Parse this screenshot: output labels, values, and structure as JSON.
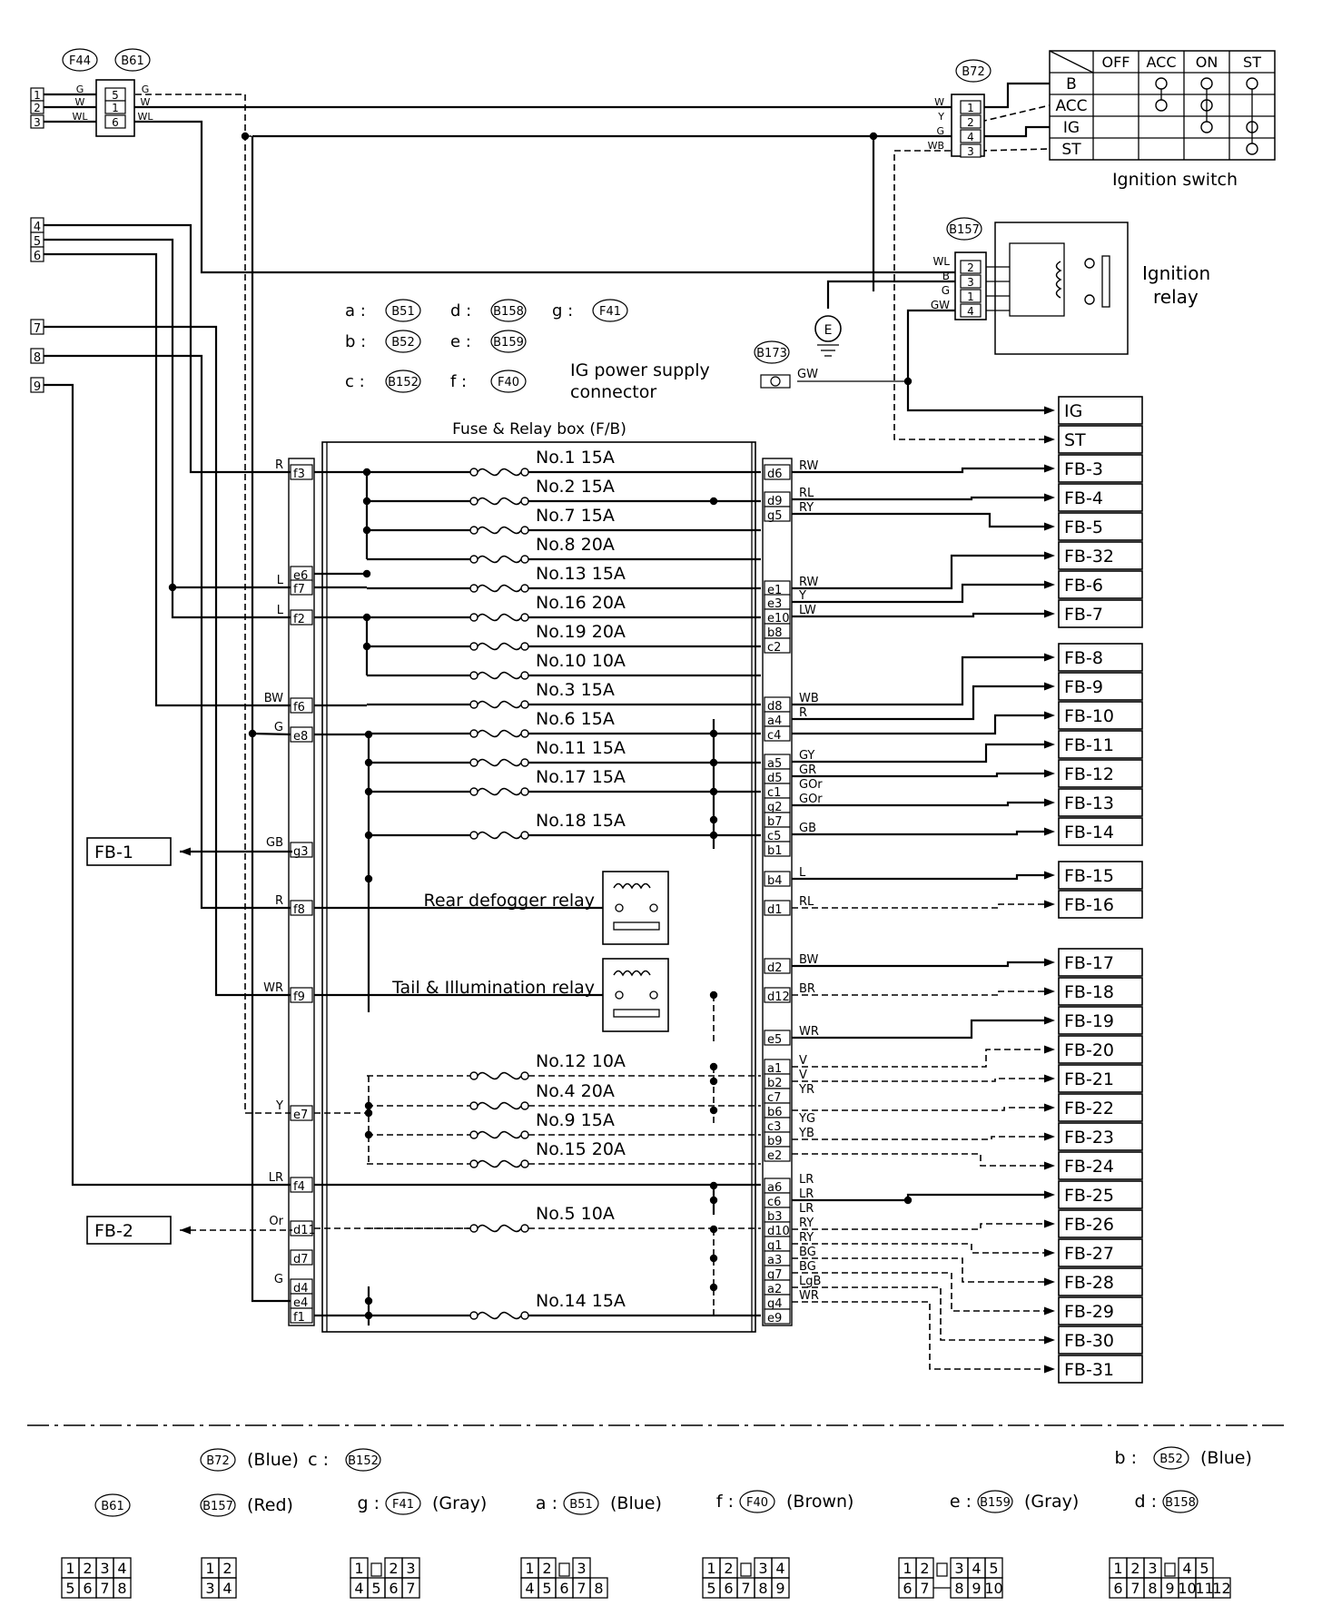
{
  "ignition_switch": {
    "connector": "B72",
    "headers": [
      "OFF",
      "ACC",
      "ON",
      "ST"
    ],
    "rows": [
      "B",
      "ACC",
      "IG",
      "ST"
    ],
    "pins": [
      "1",
      "2",
      "4",
      "3"
    ],
    "wires": [
      "W",
      "Y",
      "G",
      "WB"
    ],
    "label": "Ignition switch"
  },
  "top_connector": {
    "ids": [
      "F44",
      "B61"
    ],
    "left_pins": [
      "1",
      "2",
      "3"
    ],
    "pins": [
      "5",
      "1",
      "6"
    ],
    "wires": [
      "G",
      "W",
      "WL"
    ]
  },
  "left_pins": [
    "4",
    "5",
    "6",
    "7",
    "8",
    "9"
  ],
  "ignition_relay": {
    "connector": "B157",
    "label_line1": "Ignition",
    "label_line2": "relay",
    "pins": [
      "2",
      "3",
      "1",
      "4"
    ],
    "wires": [
      "WL",
      "B",
      "G",
      "GW"
    ]
  },
  "legend_codes": [
    {
      "key": "a :",
      "code": "B51"
    },
    {
      "key": "b :",
      "code": "B52"
    },
    {
      "key": "c :",
      "code": "B152"
    },
    {
      "key": "d :",
      "code": "B158"
    },
    {
      "key": "e :",
      "code": "B159"
    },
    {
      "key": "f :",
      "code": "F40"
    },
    {
      "key": "g :",
      "code": "F41"
    }
  ],
  "ig_power": {
    "connector": "B173",
    "wire": "GW",
    "line1": "IG power supply",
    "line2": "connector"
  },
  "fuse_box_title": "Fuse & Relay box (F/B)",
  "fuses": [
    {
      "label": "No.1 15A",
      "dashed": false
    },
    {
      "label": "No.2 15A",
      "dashed": false
    },
    {
      "label": "No.7 15A",
      "dashed": false
    },
    {
      "label": "No.8 20A",
      "dashed": false
    },
    {
      "label": "No.13 15A",
      "dashed": false
    },
    {
      "label": "No.16 20A",
      "dashed": false
    },
    {
      "label": "No.19 20A",
      "dashed": false
    },
    {
      "label": "No.10 10A",
      "dashed": false
    },
    {
      "label": "No.3 15A",
      "dashed": false
    },
    {
      "label": "No.6 15A",
      "dashed": false
    },
    {
      "label": "No.11 15A",
      "dashed": false
    },
    {
      "label": "No.17 15A",
      "dashed": false
    },
    {
      "label": "No.18 15A",
      "dashed": false
    },
    {
      "label": "No.12 10A",
      "dashed": true
    },
    {
      "label": "No.4 20A",
      "dashed": true
    },
    {
      "label": "No.9 15A",
      "dashed": true
    },
    {
      "label": "No.15 20A",
      "dashed": true
    },
    {
      "label": "No.5 10A",
      "dashed": true
    },
    {
      "label": "No.14 15A",
      "dashed": false
    }
  ],
  "relays": [
    "Rear defogger relay",
    "Tail & Illumination relay"
  ],
  "left_terminals": [
    {
      "term": "f3",
      "wire": "R"
    },
    {
      "term": "e6",
      "wire": ""
    },
    {
      "term": "f7",
      "wire": "L"
    },
    {
      "term": "f2",
      "wire": "L"
    },
    {
      "term": "f6",
      "wire": "BW"
    },
    {
      "term": "e8",
      "wire": "G"
    },
    {
      "term": "g3",
      "wire": "GB"
    },
    {
      "term": "f8",
      "wire": "R"
    },
    {
      "term": "f9",
      "wire": "WR"
    },
    {
      "term": "e7",
      "wire": "Y"
    },
    {
      "term": "f4",
      "wire": "LR"
    },
    {
      "term": "d11",
      "wire": "Or"
    },
    {
      "term": "d7",
      "wire": ""
    },
    {
      "term": "d4",
      "wire": "G"
    },
    {
      "term": "e4",
      "wire": ""
    },
    {
      "term": "f1",
      "wire": ""
    }
  ],
  "right_terminals": [
    {
      "term": "d6",
      "wire": "RW"
    },
    {
      "term": "d9",
      "wire": "RL"
    },
    {
      "term": "g5",
      "wire": "RY"
    },
    {
      "term": "e1",
      "wire": "RW"
    },
    {
      "term": "e3",
      "wire": "Y"
    },
    {
      "term": "e10",
      "wire": "LW"
    },
    {
      "term": "b8",
      "wire": ""
    },
    {
      "term": "c2",
      "wire": ""
    },
    {
      "term": "d8",
      "wire": "WB"
    },
    {
      "term": "a4",
      "wire": "R"
    },
    {
      "term": "c4",
      "wire": ""
    },
    {
      "term": "a5",
      "wire": "GY"
    },
    {
      "term": "d5",
      "wire": "GR"
    },
    {
      "term": "c1",
      "wire": "GOr"
    },
    {
      "term": "g2",
      "wire": "GOr"
    },
    {
      "term": "b7",
      "wire": ""
    },
    {
      "term": "c5",
      "wire": "GB"
    },
    {
      "term": "b1",
      "wire": ""
    },
    {
      "term": "b4",
      "wire": "L"
    },
    {
      "term": "d1",
      "wire": "RL"
    },
    {
      "term": "d2",
      "wire": "BW"
    },
    {
      "term": "d12",
      "wire": "BR"
    },
    {
      "term": "e5",
      "wire": "WR"
    },
    {
      "term": "a1",
      "wire": "V"
    },
    {
      "term": "b2",
      "wire": "V"
    },
    {
      "term": "c7",
      "wire": "YR"
    },
    {
      "term": "b6",
      "wire": ""
    },
    {
      "term": "c3",
      "wire": "YG"
    },
    {
      "term": "b9",
      "wire": "YB"
    },
    {
      "term": "e2",
      "wire": ""
    },
    {
      "term": "a6",
      "wire": "LR"
    },
    {
      "term": "c6",
      "wire": "LR"
    },
    {
      "term": "b3",
      "wire": "LR"
    },
    {
      "term": "d10",
      "wire": "RY"
    },
    {
      "term": "g1",
      "wire": "RY"
    },
    {
      "term": "a3",
      "wire": "BG"
    },
    {
      "term": "g7",
      "wire": "BG"
    },
    {
      "term": "a2",
      "wire": "LgB"
    },
    {
      "term": "g4",
      "wire": "WR"
    },
    {
      "term": "e9",
      "wire": ""
    }
  ],
  "outputs": [
    "IG",
    "ST",
    "FB-3",
    "FB-4",
    "FB-5",
    "FB-32",
    "FB-6",
    "FB-7",
    "FB-8",
    "FB-9",
    "FB-10",
    "FB-11",
    "FB-12",
    "FB-13",
    "FB-14",
    "FB-15",
    "FB-16",
    "FB-17",
    "FB-18",
    "FB-19",
    "FB-20",
    "FB-21",
    "FB-22",
    "FB-23",
    "FB-24",
    "FB-25",
    "FB-26",
    "FB-27",
    "FB-28",
    "FB-29",
    "FB-30",
    "FB-31"
  ],
  "left_outputs": [
    "FB-1",
    "FB-2"
  ],
  "bottom_legend": {
    "row1": [
      {
        "text": "(Blue)",
        "code": "B72"
      },
      {
        "text": "",
        "code": "B152",
        "key": "c :"
      },
      {
        "text": "(Blue)",
        "code": "B52",
        "key": "b :"
      }
    ],
    "row2": [
      {
        "text": "",
        "code": "B61"
      },
      {
        "text": "(Red)",
        "code": "B157"
      },
      {
        "text": "(Gray)",
        "code": "F41",
        "key": "g :"
      },
      {
        "text": "(Blue)",
        "code": "B51",
        "key": "a :"
      },
      {
        "text": "(Brown)",
        "code": "F40",
        "key": "f :"
      },
      {
        "text": "(Gray)",
        "code": "B159",
        "key": "e :"
      },
      {
        "text": "",
        "code": "B158",
        "key": "d :"
      }
    ],
    "connector_faces": [
      {
        "top": [
          "1",
          "2",
          "3",
          "4"
        ],
        "bottom": [
          "5",
          "6",
          "7",
          "8"
        ]
      },
      {
        "top": [
          "1",
          "2"
        ],
        "bottom": [
          "3",
          "4"
        ]
      },
      {
        "top": [
          "1",
          "",
          "2",
          "3"
        ],
        "bottom": [
          "4",
          "5",
          "6",
          "7"
        ]
      },
      {
        "top": [
          "1",
          "2",
          "",
          "3"
        ],
        "bottom": [
          "4",
          "5",
          "6",
          "7",
          "8"
        ]
      },
      {
        "top": [
          "1",
          "2",
          "",
          "3",
          "4"
        ],
        "bottom": [
          "5",
          "6",
          "7",
          "8",
          "9"
        ]
      },
      {
        "top": [
          "1",
          "2",
          "",
          "3",
          "4",
          "5"
        ],
        "bottom": [
          "6",
          "7",
          "",
          "8",
          "9",
          "10"
        ]
      },
      {
        "top": [
          "1",
          "2",
          "3",
          "",
          "4",
          "5"
        ],
        "bottom": [
          "6",
          "7",
          "8",
          "9",
          "10",
          "11",
          "12"
        ]
      }
    ]
  }
}
